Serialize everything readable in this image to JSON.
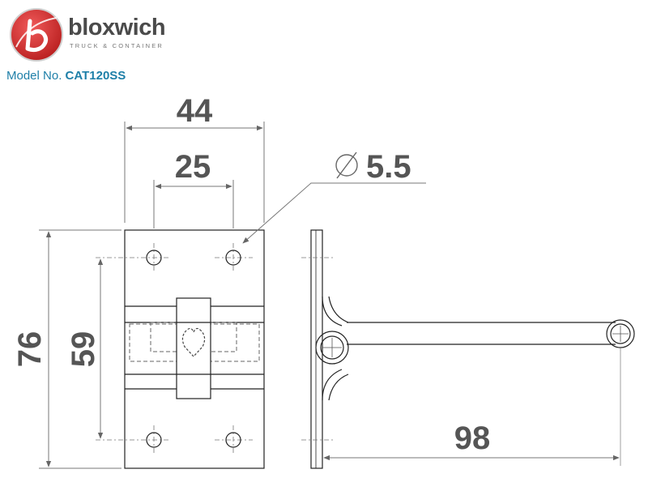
{
  "brand": {
    "name": "bloxwich",
    "tagline": "TRUCK & CONTAINER",
    "logo_letter": "b",
    "logo_color": "#d52b2b"
  },
  "model": {
    "label": "Model No.",
    "value": "CAT120SS",
    "color": "#1e7fa8"
  },
  "dimensions": {
    "overall_width": "44",
    "hole_spacing": "25",
    "hole_diameter": "5.5",
    "overall_height": "76",
    "hole_vertical_spacing": "59",
    "arm_length": "98"
  }
}
